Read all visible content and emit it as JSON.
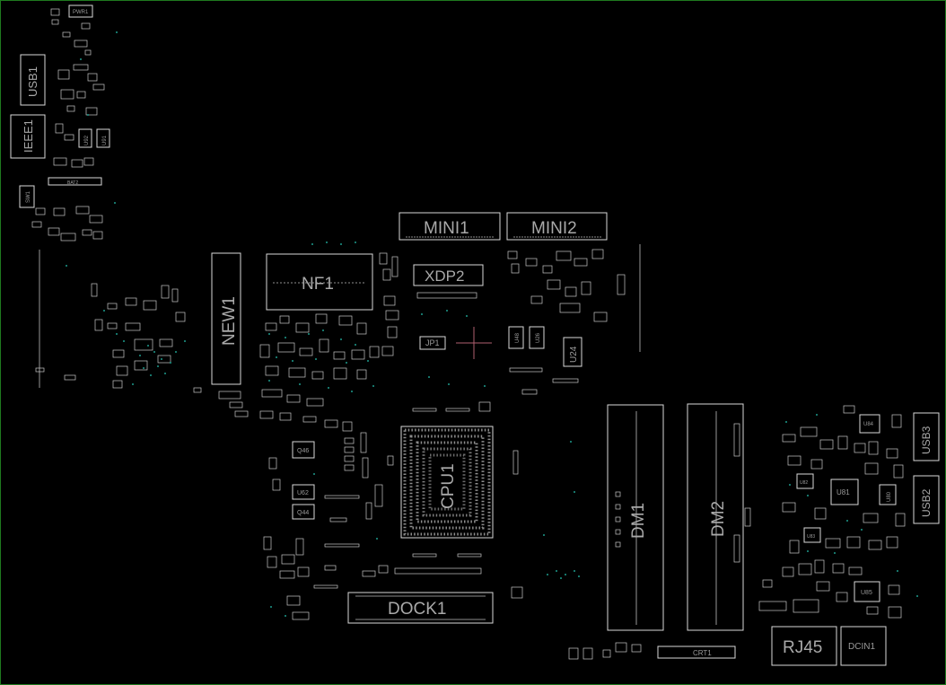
{
  "components": {
    "pwr1": "PWR1",
    "usb1": "USB1",
    "ieee1": "IEEE1",
    "u92": "U92",
    "u91": "U91",
    "sw1": "SW1",
    "bat2": "BAT2",
    "new1": "NEW1",
    "nf1": "NF1",
    "mini1": "MINI1",
    "mini2": "MINI2",
    "xdp2": "XDP2",
    "jp1": "JP1",
    "u48": "U48",
    "u26": "U26",
    "u24": "U24",
    "q46": "Q46",
    "u62": "U62",
    "q44": "Q44",
    "cpu1": "CPU1",
    "dock1": "DOCK1",
    "dm1": "DM1",
    "dm2": "DM2",
    "crt1": "CRT1",
    "rj45": "RJ45",
    "dcin1": "DCIN1",
    "usb3": "USB3",
    "usb2": "USB2",
    "u84": "U84",
    "u81": "U81",
    "u80": "U80",
    "u85": "U85",
    "u82": "U82",
    "u83": "U83"
  },
  "colors": {
    "background": "#000000",
    "border": "#1f7a1f",
    "outline": "#d8d8d8",
    "label": "#a9a9a9",
    "test_point": "#1e9b8c",
    "marker": "#b06070"
  }
}
